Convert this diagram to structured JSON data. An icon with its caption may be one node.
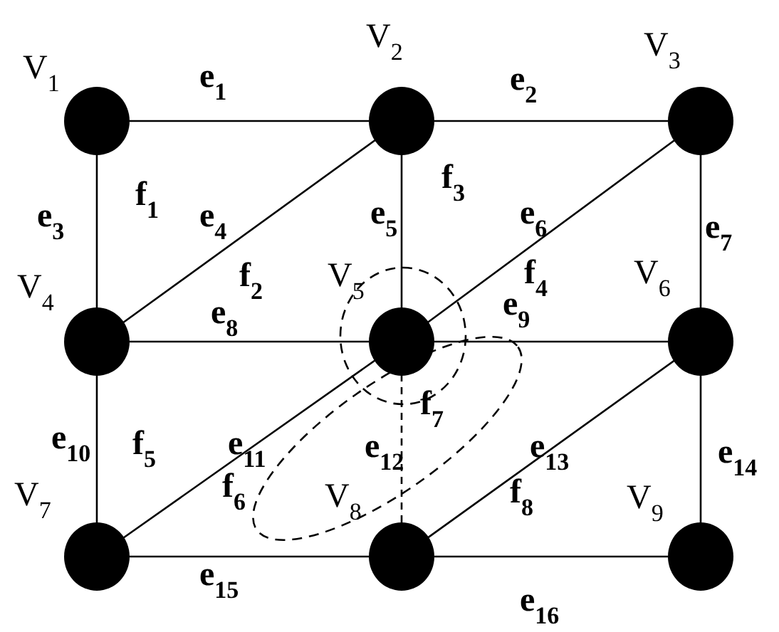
{
  "diagram": {
    "nodes": [
      {
        "text": [],
        "shape": "circle",
        "beside": [
          "V$_{1}$"
        ]
      },
      {
        "text": [],
        "shape": "circle",
        "beside": [
          "V$_{2}$"
        ]
      },
      {
        "text": [],
        "shape": "circle",
        "beside": [
          "V$_{3}$"
        ]
      },
      {
        "text": [],
        "shape": "circle",
        "beside": [
          "V$_{4}$"
        ]
      },
      {
        "text": [],
        "shape": "circle",
        "beside": [
          "V$_{5}$"
        ]
      },
      {
        "text": [],
        "shape": "circle",
        "beside": [
          "V$_{6}$"
        ]
      },
      {
        "text": [],
        "shape": "circle",
        "beside": [
          "V$_{7}$"
        ]
      },
      {
        "text": [],
        "shape": "circle",
        "beside": [
          "V$_{8}$"
        ]
      },
      {
        "text": [],
        "shape": "circle",
        "beside": [
          "V$_{9}$"
        ]
      }
    ],
    "edges": [
      {
        "from": 0,
        "to": 1,
        "arrow": "none",
        "label": "e$_{1}$"
      },
      {
        "from": 1,
        "to": 2,
        "arrow": "none",
        "label": "e$_{2}$"
      },
      {
        "from": 0,
        "to": 3,
        "arrow": "none",
        "label": "e$_{3}$"
      },
      {
        "from": 3,
        "to": 1,
        "arrow": "none",
        "label": "e$_{4}$"
      },
      {
        "from": 1,
        "to": 4,
        "arrow": "none",
        "label": "e$_{5}$"
      },
      {
        "from": 4,
        "to": 2,
        "arrow": "none",
        "label": "e$_{6}$"
      },
      {
        "from": 2,
        "to": 5,
        "arrow": "none",
        "label": "e$_{7}$"
      },
      {
        "from": 3,
        "to": 4,
        "arrow": "none",
        "label": "e$_{8}$"
      },
      {
        "from": 4,
        "to": 5,
        "arrow": "none",
        "label": "e$_{9}$"
      },
      {
        "from": 3,
        "to": 6,
        "arrow": "none",
        "label": "e$_{10}$"
      },
      {
        "from": 6,
        "to": 4,
        "arrow": "none",
        "label": "e$_{11}$"
      },
      {
        "from": 4,
        "to": 7,
        "arrow": "none",
        "label": "e$_{12}$",
        "style": "dashed"
      },
      {
        "from": 7,
        "to": 5,
        "arrow": "none",
        "label": "e$_{13}$"
      },
      {
        "from": 5,
        "to": 8,
        "arrow": "none",
        "label": "e$_{14}$"
      },
      {
        "from": 6,
        "to": 7,
        "arrow": "none",
        "label": "e$_{15}$"
      },
      {
        "from": 7,
        "to": 8,
        "arrow": "none",
        "label": "e$_{16}$"
      }
    ],
    "labels": [
      "f$_{1}$",
      "f$_{2}$",
      "f$_{3}$",
      "f$_{4}$",
      "f$_{5}$",
      "f$_{6}$",
      "f$_{7}$",
      "f$_{8}$"
    ]
  }
}
